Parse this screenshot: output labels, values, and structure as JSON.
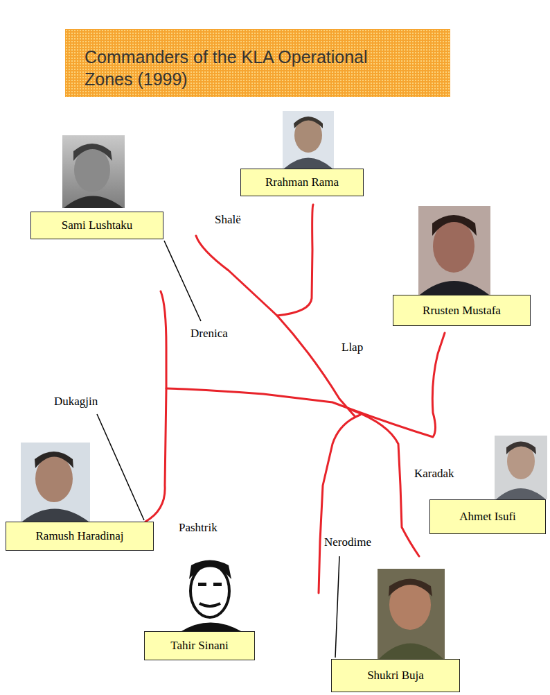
{
  "diagram": {
    "title": "Commanders of the KLA Operational Zones (1999)",
    "nodes": [
      {
        "text": [
          "Rrahman Rama"
        ]
      },
      {
        "text": [
          "Sami Lushtaku"
        ]
      },
      {
        "text": [
          "Rrusten Mustafa"
        ]
      },
      {
        "text": [
          "Ahmet Isufi"
        ]
      },
      {
        "text": [
          "Ramush Haradinaj"
        ]
      },
      {
        "text": [
          "Tahir Sinani"
        ]
      },
      {
        "text": [
          "Shukri Buja"
        ]
      }
    ],
    "labels": [
      "Shalë",
      "Drenica",
      "Llap",
      "Dukagjin",
      "Pashtrik",
      "Karadak",
      "Nerodime"
    ]
  }
}
